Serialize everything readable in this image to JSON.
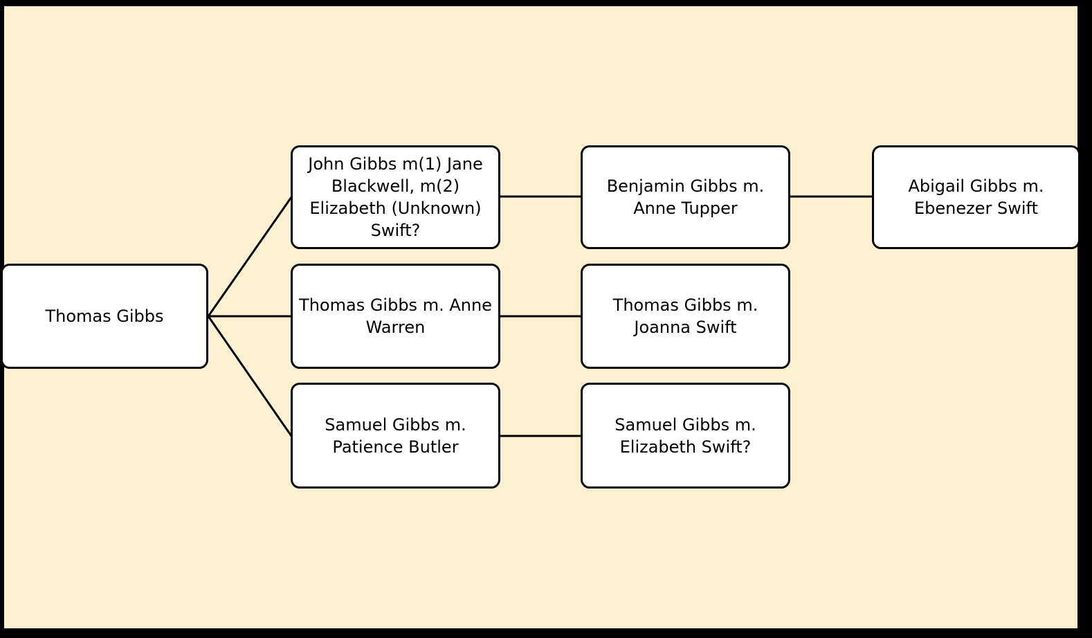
{
  "colors": {
    "frame": "#000000",
    "background": "#fcf1d1",
    "node_fill": "#ffffff",
    "node_border": "#000000",
    "connector": "#000000"
  },
  "tree": {
    "root": "Thomas Gibbs",
    "children": [
      {
        "label": "John Gibbs m(1) Jane Blackwell, m(2) Elizabeth (Unknown) Swift?",
        "child": "Benjamin Gibbs m. Anne Tupper",
        "grandchild": "Abigail Gibbs m. Ebenezer Swift"
      },
      {
        "label": "Thomas Gibbs m. Anne Warren",
        "child": "Thomas Gibbs m. Joanna Swift"
      },
      {
        "label": "Samuel Gibbs m. Patience Butler",
        "child": "Samuel Gibbs m. Elizabeth Swift?"
      }
    ]
  }
}
